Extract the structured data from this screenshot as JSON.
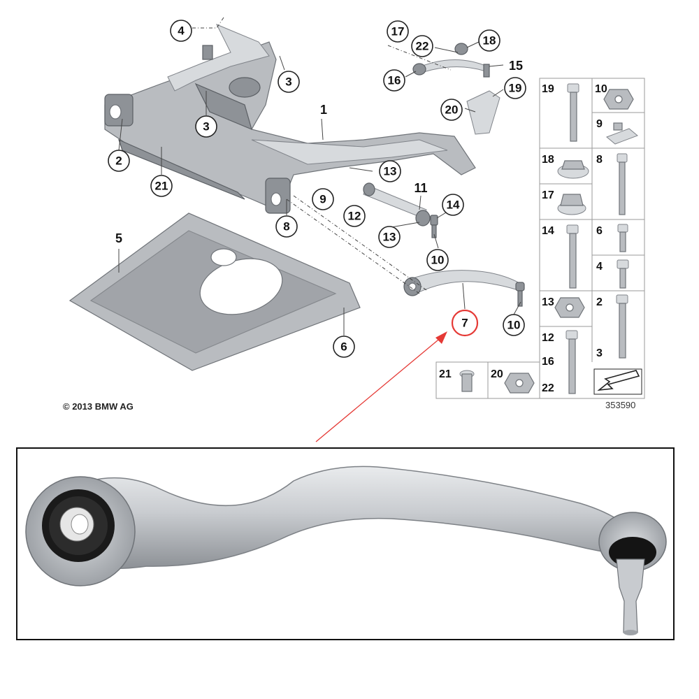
{
  "diagram": {
    "copyright": "© 2013 BMW AG",
    "reference_number": "353590",
    "callouts": [
      "1",
      "2",
      "3",
      "3",
      "4",
      "5",
      "6",
      "7",
      "8",
      "9",
      "10",
      "10",
      "11",
      "12",
      "13",
      "13",
      "14",
      "15",
      "16",
      "17",
      "18",
      "19",
      "20",
      "21",
      "22"
    ],
    "highlighted_callout": "7",
    "hardware_table": {
      "cells": [
        {
          "labels": [
            "19"
          ]
        },
        {
          "labels": [
            "10"
          ]
        },
        {
          "labels": [
            "9"
          ]
        },
        {
          "labels": [
            "18"
          ]
        },
        {
          "labels": [
            "8"
          ]
        },
        {
          "labels": [
            "17"
          ]
        },
        {
          "labels": [
            "14"
          ]
        },
        {
          "labels": [
            "6"
          ]
        },
        {
          "labels": [
            "4"
          ]
        },
        {
          "labels": [
            "13"
          ]
        },
        {
          "labels": [
            "2",
            "3"
          ]
        },
        {
          "labels": [
            "12",
            "16",
            "22"
          ]
        },
        {
          "labels": [
            "21"
          ]
        },
        {
          "labels": [
            "20"
          ]
        }
      ]
    },
    "highlight_color": "#e53935",
    "line_color": "#222222"
  }
}
